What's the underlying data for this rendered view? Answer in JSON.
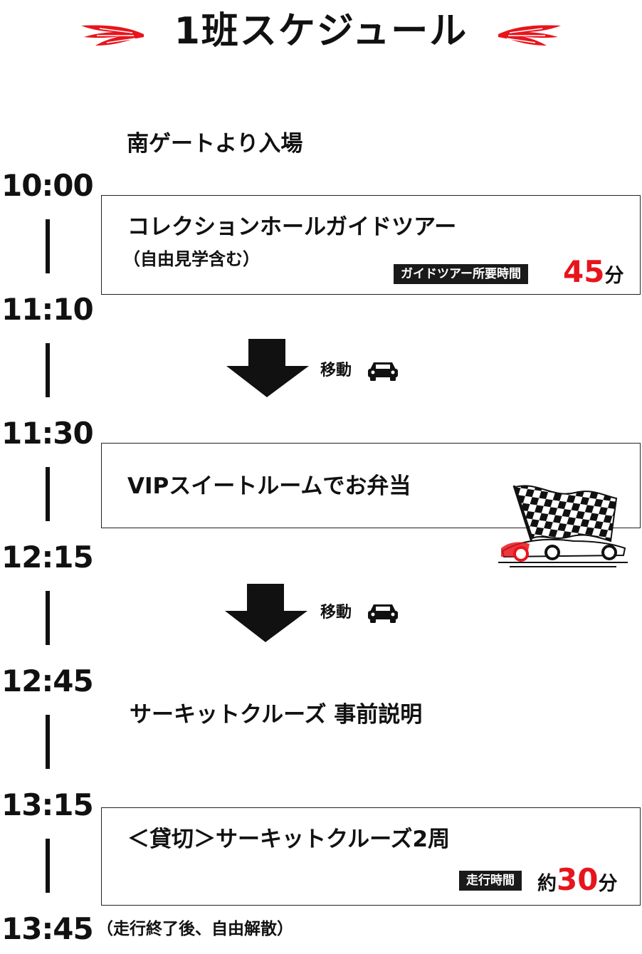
{
  "title": "1班スケジュール",
  "times": [
    "10:00",
    "11:10",
    "11:30",
    "12:15",
    "12:45",
    "13:15",
    "13:45"
  ],
  "events": {
    "entry": "南ゲートより入場",
    "tour_title": "コレクションホールガイドツアー",
    "tour_sub": "（自由見学含む）",
    "tour_tag": "ガイドツアー所要時間",
    "tour_duration_num": "45",
    "tour_duration_unit": "分",
    "lunch": "VIPスイートルームでお弁当",
    "briefing": "サーキットクルーズ 事前説明",
    "cruise_title": "＜貸切＞サーキットクルーズ2周",
    "cruise_tag": "走行時間",
    "cruise_duration_pre": "約",
    "cruise_duration_num": "30",
    "cruise_duration_unit": "分",
    "end_note": "（走行終了後、自由解散）"
  },
  "moves": [
    "移動",
    "移動"
  ],
  "icons": [
    "wing-icon",
    "down-arrow-icon",
    "car-icon",
    "checkered-flag-icon"
  ],
  "colors": {
    "accent": "#e8141c",
    "text": "#111111",
    "tag_bg": "#1a1a1a"
  }
}
